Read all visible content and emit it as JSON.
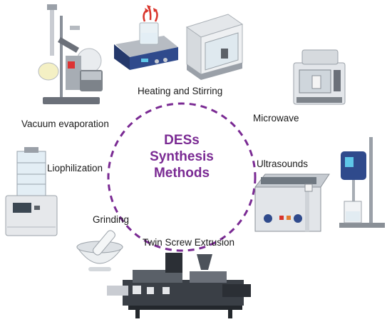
{
  "center": {
    "line1": "DESs",
    "line2": "Synthesis",
    "line3": "Methods"
  },
  "methods": {
    "heating_stirring": "Heating and Stirring",
    "microwave": "Microwave",
    "vacuum_evaporation": "Vacuum evaporation",
    "ultrasounds": "Ultrasounds",
    "liophilization": "Liophilization",
    "grinding": "Grinding",
    "twin_screw_extrusion": "Twin Screw Extrusion"
  },
  "colors": {
    "accent": "#7a2a93",
    "hotplate_blue": "#2f4a8c",
    "heat_arrow": "#d9342b"
  },
  "icons": [
    "rotary-evaporator-icon",
    "hot-plate-stirrer-icon",
    "fume-enclosure-icon",
    "microwave-reactor-icon",
    "freeze-dryer-icon",
    "ultrasonic-bath-icon",
    "ultrasonic-probe-icon",
    "mortar-pestle-icon",
    "twin-screw-extruder-icon"
  ]
}
